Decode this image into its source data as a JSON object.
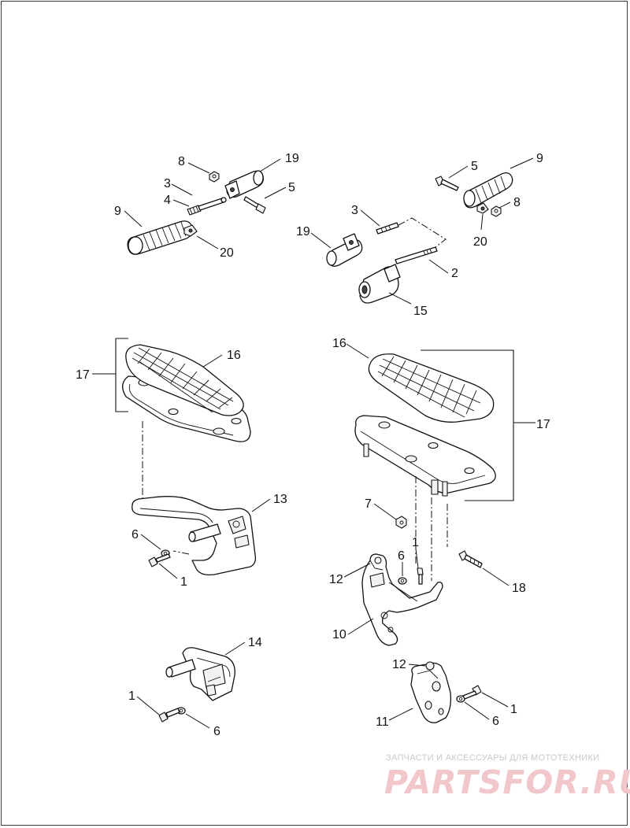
{
  "diagram": {
    "callouts": {
      "c1": "8",
      "c2": "19",
      "c3": "3",
      "c4": "4",
      "c5": "5",
      "c6": "9",
      "c7": "20",
      "c8": "5",
      "c9": "9",
      "c10": "3",
      "c11": "8",
      "c12": "19",
      "c13": "20",
      "c14": "2",
      "c15": "15",
      "c16": "16",
      "c17": "17",
      "c18": "16",
      "c19": "17",
      "c20": "13",
      "c21": "6",
      "c22": "1",
      "c23": "7",
      "c24": "1",
      "c25": "12",
      "c26": "6",
      "c27": "18",
      "c28": "10",
      "c29": "14",
      "c30": "1",
      "c31": "6",
      "c32": "12",
      "c33": "1",
      "c34": "6",
      "c35": "11"
    }
  },
  "watermark": {
    "tagline": "ЗАПЧАСТИ И АКСЕССУАРЫ ДЛЯ МОТОТЕХНИКИ",
    "logo": "PARTSFOR.RU"
  }
}
